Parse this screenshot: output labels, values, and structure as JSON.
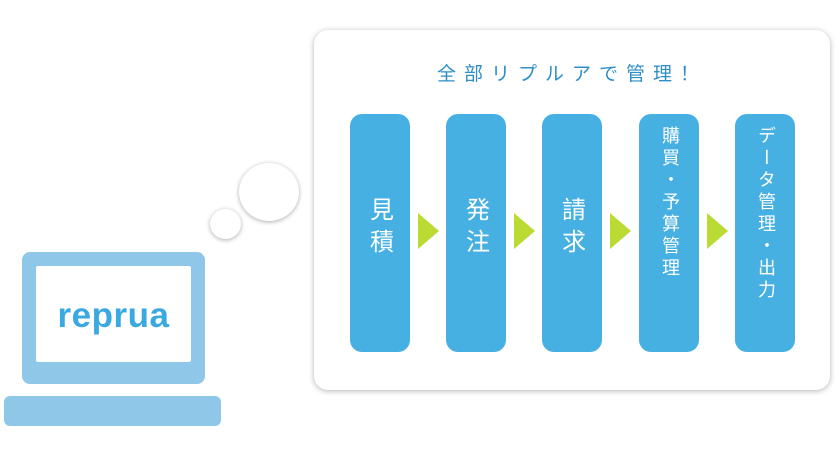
{
  "logo": {
    "text": "reprua"
  },
  "panel": {
    "title": "全部リプルアで管理！"
  },
  "steps": [
    {
      "label": "見積"
    },
    {
      "label": "発注"
    },
    {
      "label": "請求"
    },
    {
      "label": "購買・予算管理"
    },
    {
      "label": "データ管理・出力"
    }
  ],
  "colors": {
    "laptop": "#8fc7e9",
    "logo": "#3aa9df",
    "title": "#2f8ec6",
    "step": "#47b0e2",
    "arrow": "#b9db33"
  },
  "icons": {
    "arrow": "triangle-right"
  }
}
